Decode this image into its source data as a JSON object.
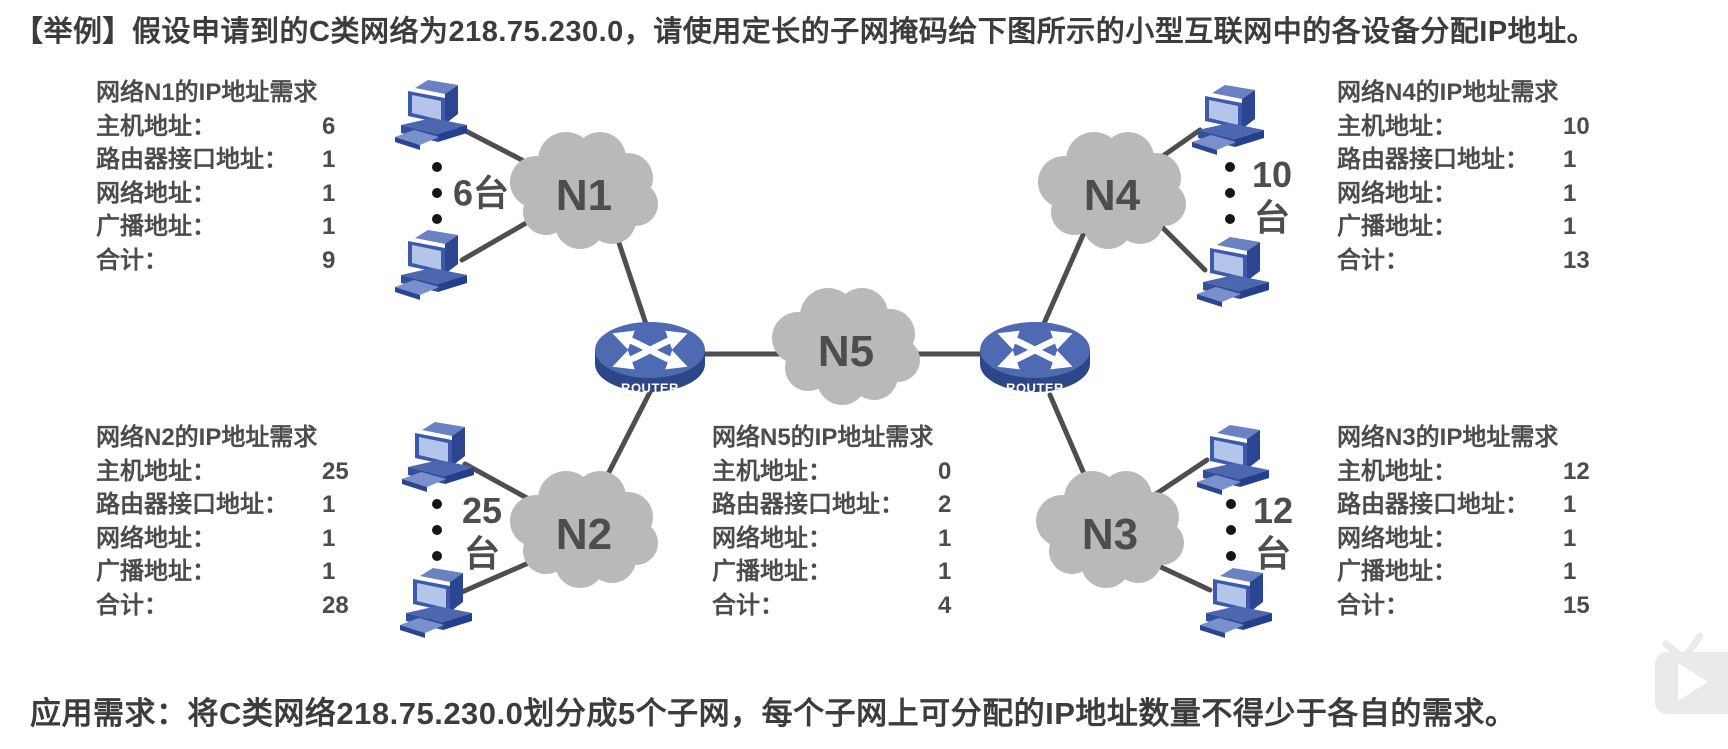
{
  "page": {
    "title": "【举例】假设申请到的C类网络为218.75.230.0，请使用定长的子网掩码给下图所示的小型互联网中的各设备分配IP地址。",
    "footer": "应用需求：将C类网络218.75.230.0划分成5个子网，每个子网上可分配的IP地址数量不得少于各自的需求。"
  },
  "requirements": {
    "row_labels": [
      "主机地址：",
      "路由器接口地址：",
      "网络地址：",
      "广播地址：",
      "合计："
    ],
    "n1": {
      "title": "网络N1的IP地址需求",
      "values": [
        "6",
        "1",
        "1",
        "1",
        "9"
      ]
    },
    "n2": {
      "title": "网络N2的IP地址需求",
      "values": [
        "25",
        "1",
        "1",
        "1",
        "28"
      ]
    },
    "n3": {
      "title": "网络N3的IP地址需求",
      "values": [
        "12",
        "1",
        "1",
        "1",
        "15"
      ]
    },
    "n4": {
      "title": "网络N4的IP地址需求",
      "values": [
        "10",
        "1",
        "1",
        "1",
        "13"
      ]
    },
    "n5": {
      "title": "网络N5的IP地址需求",
      "values": [
        "0",
        "2",
        "1",
        "1",
        "4"
      ]
    }
  },
  "diagram": {
    "cloud_labels": {
      "n1": "N1",
      "n2": "N2",
      "n3": "N3",
      "n4": "N4",
      "n5": "N5"
    },
    "router_label": "ROUTER",
    "host_counts": {
      "n1": "6台",
      "n2": "25\n台",
      "n4": "10\n台",
      "n3": "12\n台"
    },
    "colors": {
      "cloud": "#b9b9b9",
      "line": "#4e4e4e",
      "router_top": "#4e6ab2",
      "router_side": "#2d4687",
      "text": "#4c4c4c"
    }
  },
  "watermark": {
    "icon": "tv-play-logo"
  }
}
